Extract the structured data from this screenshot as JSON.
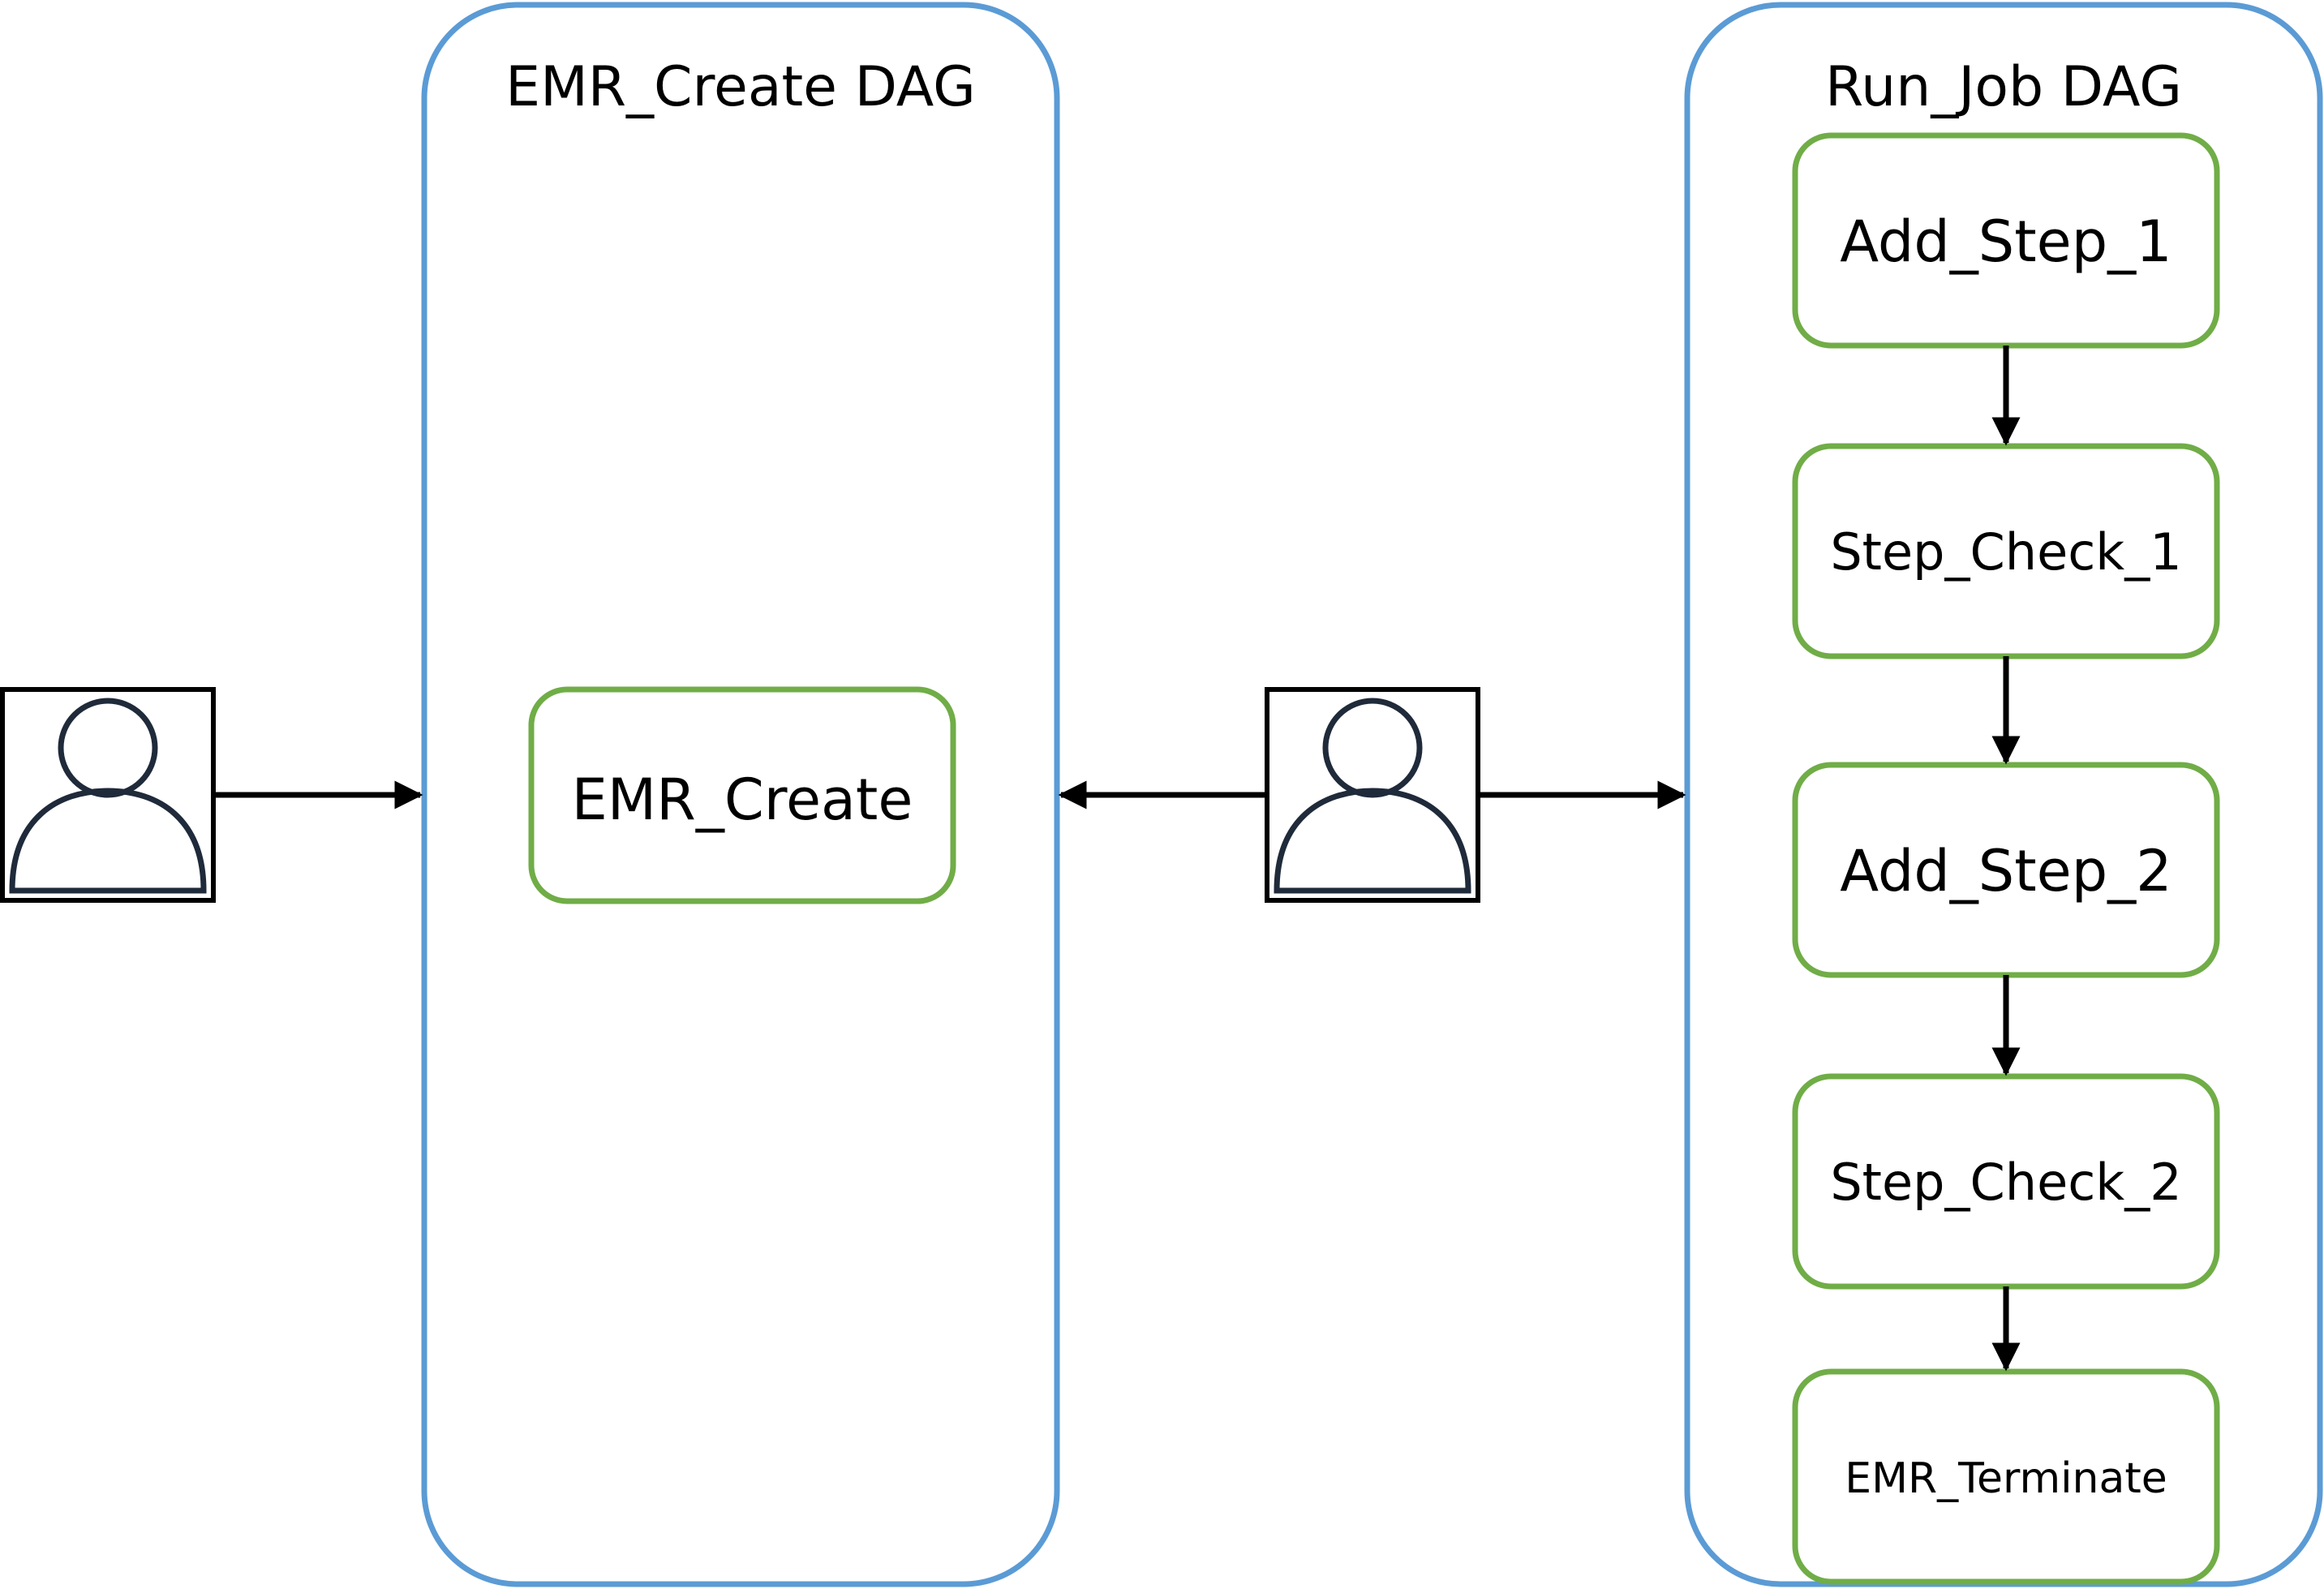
{
  "colors": {
    "dag_border": "#5b9bd5",
    "task_border": "#70ad47",
    "user_icon_stroke": "#1f2a3a",
    "user_icon_frame": "#000000",
    "arrow": "#000000"
  },
  "emr_create_dag": {
    "title": "EMR_Create DAG",
    "tasks": [
      "EMR_Create"
    ]
  },
  "run_job_dag": {
    "title": "Run_Job DAG",
    "tasks": [
      "Add_Step_1",
      "Step_Check_1",
      "Add_Step_2",
      "Step_Check_2",
      "EMR_Terminate"
    ]
  },
  "icons": {
    "left_user": "user-icon",
    "middle_user": "user-icon"
  },
  "connections": [
    {
      "from": "left-user",
      "to": "EMR_Create DAG"
    },
    {
      "from": "middle-user",
      "to": "EMR_Create DAG"
    },
    {
      "from": "middle-user",
      "to": "Run_Job DAG"
    },
    {
      "from": "Add_Step_1",
      "to": "Step_Check_1"
    },
    {
      "from": "Step_Check_1",
      "to": "Add_Step_2"
    },
    {
      "from": "Add_Step_2",
      "to": "Step_Check_2"
    },
    {
      "from": "Step_Check_2",
      "to": "EMR_Terminate"
    }
  ]
}
